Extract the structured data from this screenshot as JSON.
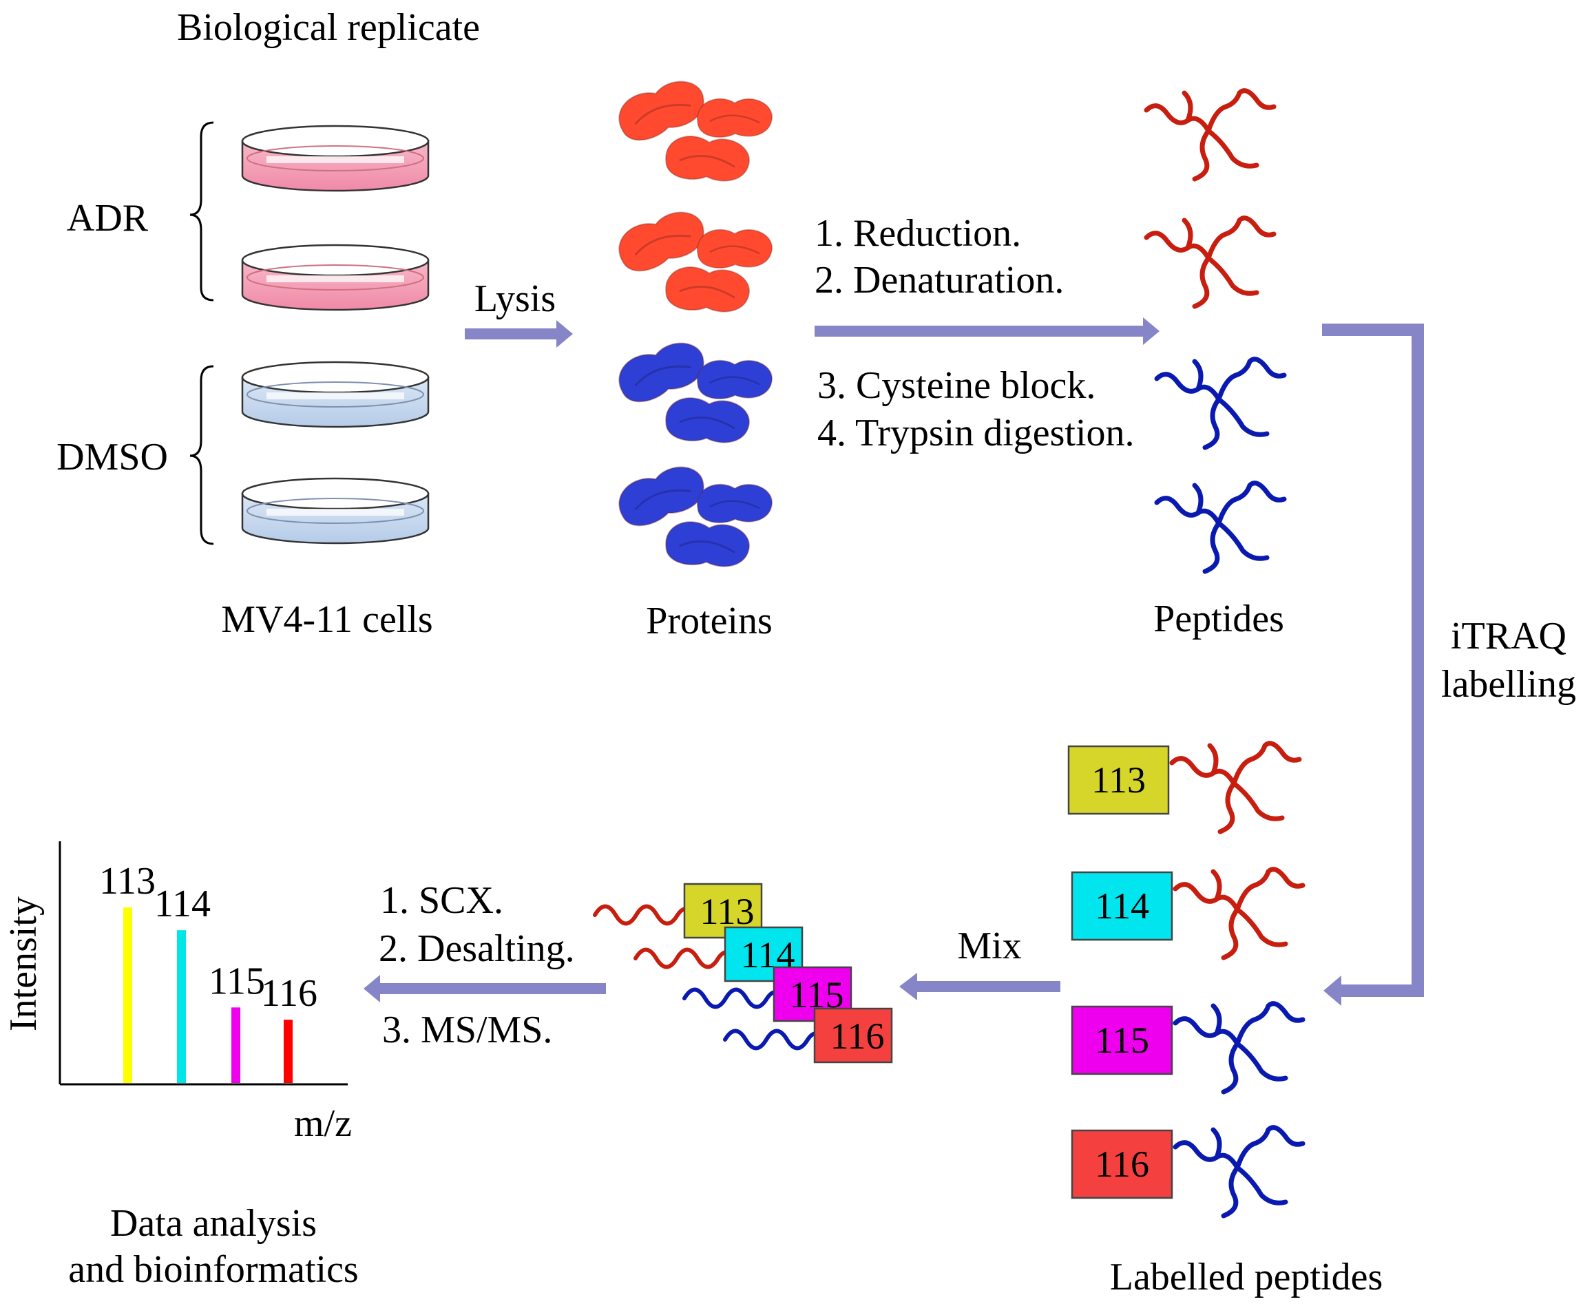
{
  "title": "Biological replicate",
  "groups": {
    "adr": "ADR",
    "dmso": "DMSO"
  },
  "stage_labels": {
    "cells": "MV4-11 cells",
    "proteins": "Proteins",
    "peptides": "Peptides",
    "labelled": "Labelled peptides",
    "analysis_line1": "Data analysis",
    "analysis_line2": "and bioinformatics"
  },
  "arrows": {
    "lysis": "Lysis",
    "mix": "Mix",
    "itraq_line1": "iTRAQ",
    "itraq_line2": "labelling"
  },
  "digestion_steps": [
    "1. Reduction.",
    "2. Denaturation.",
    "3. Cysteine block.",
    "4. Trypsin digestion."
  ],
  "ms_steps": [
    "1. SCX.",
    "2. Desalting.",
    "3. MS/MS."
  ],
  "tags": [
    {
      "label": "113",
      "color": "#d6d62a"
    },
    {
      "label": "114",
      "color": "#00e5ee"
    },
    {
      "label": "115",
      "color": "#ee00ee"
    },
    {
      "label": "116",
      "color": "#f54040"
    }
  ],
  "spectrum": {
    "ylabel": "Intensity",
    "xlabel": "m/z",
    "peaks": [
      {
        "label": "113",
        "value": 1.0,
        "color": "#ffff00"
      },
      {
        "label": "114",
        "value": 0.87,
        "color": "#00e5e5"
      },
      {
        "label": "115",
        "value": 0.43,
        "color": "#ee00ee"
      },
      {
        "label": "116",
        "value": 0.36,
        "color": "#ff0000"
      }
    ]
  },
  "colors": {
    "arrow": "#8585c8",
    "red_protein": "#ff4a30",
    "blue_protein": "#2e3fd6",
    "red_peptide": "#c81e10",
    "blue_peptide": "#0a1ab0"
  }
}
